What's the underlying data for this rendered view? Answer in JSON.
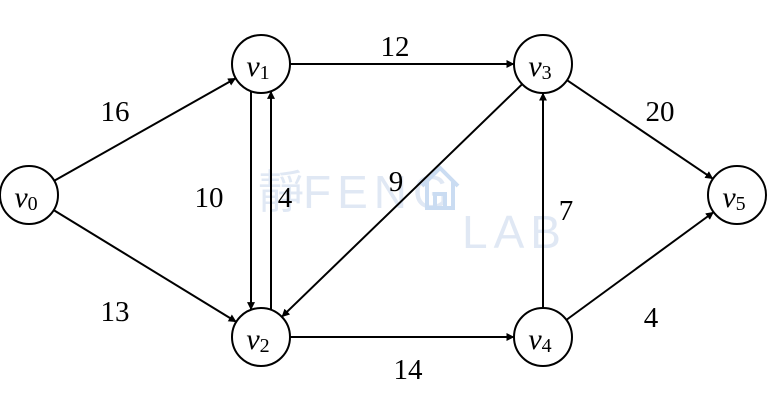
{
  "graph": {
    "nodes": [
      {
        "id": "v0",
        "letter": "v",
        "sub": "0"
      },
      {
        "id": "v1",
        "letter": "v",
        "sub": "1"
      },
      {
        "id": "v2",
        "letter": "v",
        "sub": "2"
      },
      {
        "id": "v3",
        "letter": "v",
        "sub": "3"
      },
      {
        "id": "v4",
        "letter": "v",
        "sub": "4"
      },
      {
        "id": "v5",
        "letter": "v",
        "sub": "5"
      }
    ],
    "edges": [
      {
        "from": "v0",
        "to": "v1",
        "weight": "16"
      },
      {
        "from": "v0",
        "to": "v2",
        "weight": "13"
      },
      {
        "from": "v1",
        "to": "v3",
        "weight": "12"
      },
      {
        "from": "v1",
        "to": "v2",
        "weight": "10"
      },
      {
        "from": "v2",
        "to": "v1",
        "weight": "4"
      },
      {
        "from": "v3",
        "to": "v2",
        "weight": "9"
      },
      {
        "from": "v2",
        "to": "v4",
        "weight": "14"
      },
      {
        "from": "v4",
        "to": "v3",
        "weight": "7"
      },
      {
        "from": "v3",
        "to": "v5",
        "weight": "20"
      },
      {
        "from": "v4",
        "to": "v5",
        "weight": "4"
      }
    ]
  },
  "watermark": {
    "prefix": "靜",
    "middle": "FENG",
    "icon": "house-glyph",
    "suffix": "LAB",
    "color": "#c8d6ec"
  },
  "colors": {
    "stroke": "#000000",
    "background": "#ffffff"
  }
}
